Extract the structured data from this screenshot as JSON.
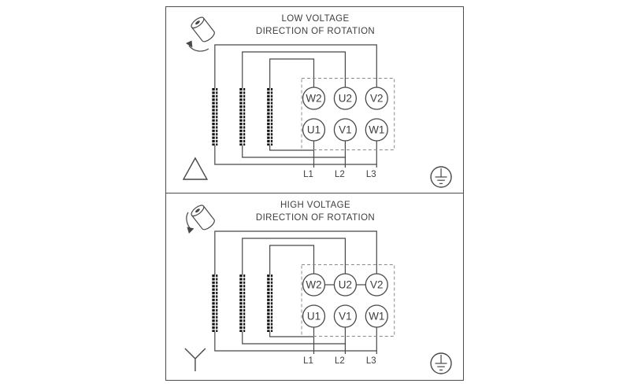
{
  "colors": {
    "line": "#474747",
    "text": "#3d3d3d",
    "dashed_outline": "#8a8a8a",
    "background": "#ffffff"
  },
  "panels": [
    {
      "title": "LOW VOLTAGE",
      "subtitle": "DIRECTION OF ROTATION",
      "winding_connection": "delta",
      "terminals_top": [
        "W2",
        "U2",
        "V2"
      ],
      "terminals_bottom": [
        "U1",
        "V1",
        "W1"
      ],
      "leads": [
        "L1",
        "L2",
        "L3"
      ]
    },
    {
      "title": "HIGH VOLTAGE",
      "subtitle": "DIRECTION OF ROTATION",
      "winding_connection": "wye",
      "terminals_top": [
        "W2",
        "U2",
        "V2"
      ],
      "terminals_bottom": [
        "U1",
        "V1",
        "W1"
      ],
      "leads": [
        "L1",
        "L2",
        "L3"
      ]
    }
  ]
}
